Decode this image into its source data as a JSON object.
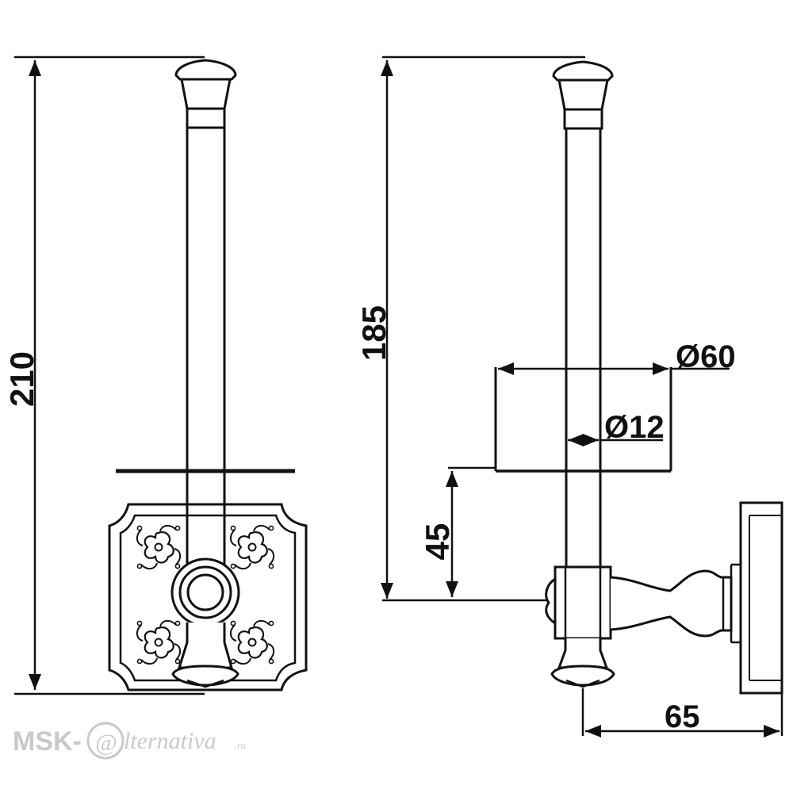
{
  "dimensions": {
    "total_height": "210",
    "rod_height": "185",
    "roll_diameter": "Ø60",
    "rod_diameter": "Ø12",
    "base_offset": "45",
    "wall_projection": "65"
  },
  "watermark": {
    "prefix": "MSK-",
    "at_sign": "@",
    "suffix": "lternativa",
    "domain": ".ru"
  },
  "colors": {
    "line": "#111111",
    "watermark": "#c9c9c9"
  }
}
